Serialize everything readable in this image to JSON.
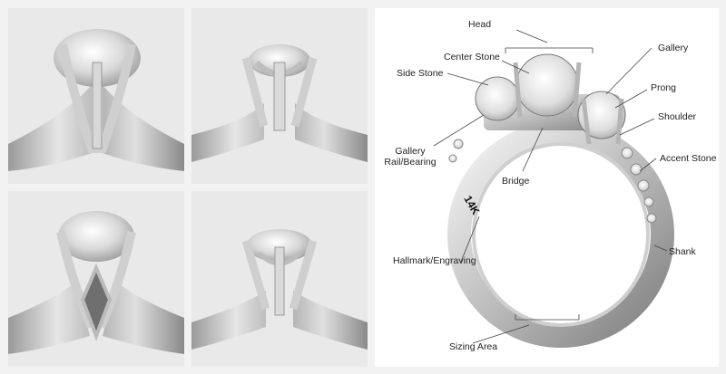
{
  "diagram": {
    "labels": {
      "head": "Head",
      "center_stone": "Center Stone",
      "side_stone": "Side Stone",
      "gallery": "Gallery",
      "prong": "Prong",
      "shoulder": "Shoulder",
      "gallery_rail_line1": "Gallery",
      "gallery_rail_line2": "Rail/Bearing",
      "bridge": "Bridge",
      "accent_stone": "Accent Stone",
      "hallmark": "Hallmark/Engraving",
      "shank": "Shank",
      "sizing_area": "Sizing Area"
    },
    "engraving": "14K"
  },
  "colors": {
    "photo_bg": "#e9e9e9",
    "metal_light": "#f4f4f4",
    "metal_dark": "#8e8e8e",
    "line": "#444444"
  }
}
